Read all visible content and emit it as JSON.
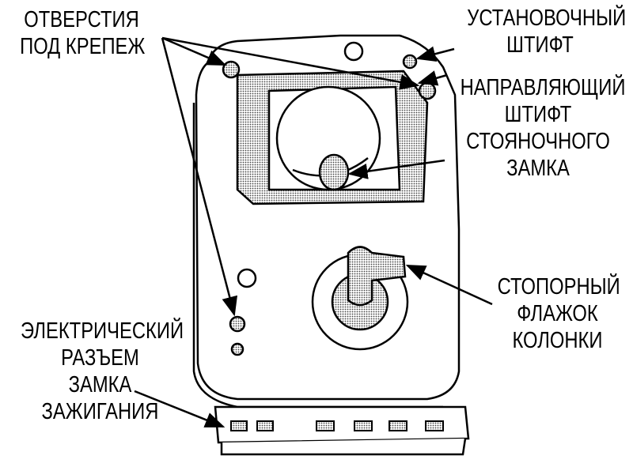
{
  "labels": {
    "mounting_holes": [
      "ОТВЕРСТИЯ",
      "ПОД КРЕПЕЖ"
    ],
    "locating_pin": [
      "УСТАНОВОЧНЫЙ",
      "ШТИФТ"
    ],
    "park_lock_guide_pin": [
      "НАПРАВЛЯЮЩИЙ",
      "ШТИФТ",
      "СТОЯНОЧНОГО",
      "ЗАМКА"
    ],
    "column_lock_flag": [
      "СТОПОРНЫЙ",
      "ФЛАЖОК",
      "КОЛОНКИ"
    ],
    "ignition_connector": [
      "ЭЛЕКТРИЧЕСКИЙ",
      "РАЗЪЕМ",
      "ЗАМКА",
      "ЗАЖИГАНИЯ"
    ]
  },
  "colors": {
    "ink": "#000000",
    "shade": "#bdbdbd",
    "background": "#ffffff"
  }
}
